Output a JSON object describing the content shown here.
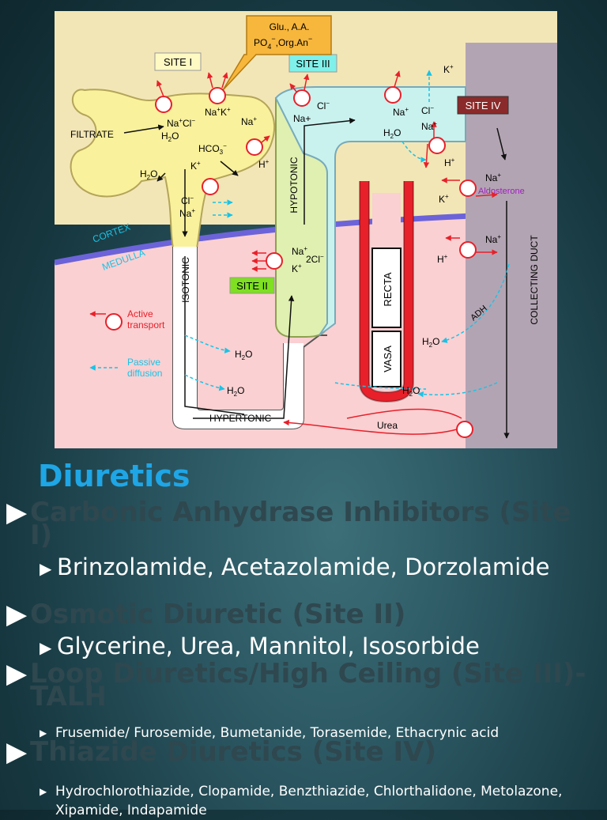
{
  "diagram": {
    "site1": "SITE I",
    "site2": "SITE II",
    "site3": "SITE III",
    "site4": "SITE IV",
    "callout_line1": "Glu., A.A.",
    "callout_po": "PO",
    "callout_po_sub": "4",
    "callout_po_sup": "−",
    "callout_rest": ",Org.An",
    "callout_rest_sup": "−",
    "filtrate": "FILTRATE",
    "cortex": "CORTEX",
    "medulla": "MEDULLA",
    "isotonic": "ISOTONIC",
    "hypotonic": "HYPOTONIC",
    "hypertonic": "HYPERTONIC",
    "recta": "RECTA",
    "vasa": "VASA",
    "collecting_duct": "COLLECTING DUCT",
    "adh": "ADH",
    "aldosterone": "Aldosterone",
    "urea": "Urea",
    "legend_active_1": "Active",
    "legend_active_2": "transport",
    "legend_passive_1": "Passive",
    "legend_passive_2": "diffusion",
    "na": "Na",
    "k": "K",
    "h": "H",
    "cl": "Cl",
    "hco": "HCO",
    "hco_sub": "3",
    "two_cl": "2Cl",
    "na_plus": "Na+",
    "h2o_h": "H",
    "h2o_sub": "2",
    "h2o_o": "O",
    "plus": "+",
    "minus": "−",
    "colors": {
      "tubule": "#f9f19b",
      "thick_limb": "#dff0b0",
      "distal": "#c9f2ee",
      "duct": "#b3a4b3",
      "cortex_bg": "#f3e6b6",
      "medulla_bg": "#fad0d2",
      "active_red": "#e8202a",
      "passive_cyan": "#19c3e6",
      "boundary": "#6c63d9"
    }
  },
  "slide": {
    "title": "Diuretics",
    "bullet_main": "▶",
    "bullet_sub": "▶",
    "groups": [
      {
        "heading": "Carbonic Anhydrase Inhibitors (Site I)",
        "drugs": "Brinzolamide, Acetazolamide, Dorzolamide"
      },
      {
        "heading": "Osmotic Diuretic (Site II)",
        "drugs": "Glycerine, Urea,  Mannitol, Isosorbide"
      },
      {
        "heading": "Loop Diuretics/High Ceiling (Site III)- TALH",
        "drugs": "Frusemide/ Furosemide, Bumetanide, Torasemide, Ethacrynic acid"
      },
      {
        "heading": "Thiazide Diuretics (Site IV)",
        "drugs": "Hydrochlorothiazide, Clopamide, Benzthiazide, Chlorthalidone, Metolazone, Xipamide, Indapamide"
      }
    ]
  }
}
